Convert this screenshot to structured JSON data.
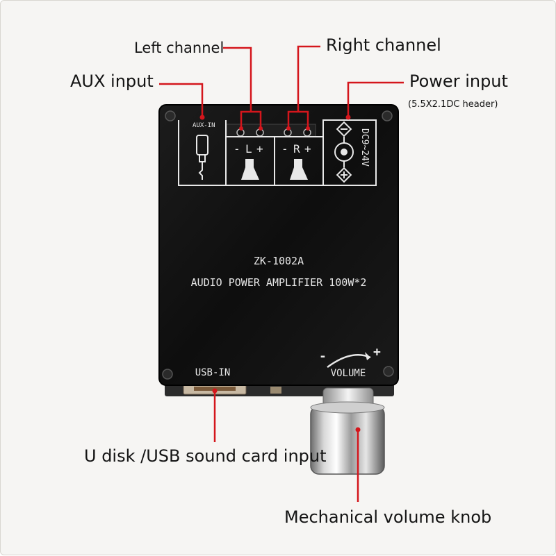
{
  "callouts": {
    "left_channel": "Left channel",
    "right_channel": "Right channel",
    "aux_input": "AUX input",
    "power_input": "Power input",
    "power_input_note": "(5.5X2.1DC header)",
    "usb_input": "U disk /USB sound card input",
    "volume_knob": "Mechanical volume knob"
  },
  "board": {
    "model": "ZK-1002A",
    "description": "AUDIO POWER AMPLIFIER 100W*2",
    "aux_label": "AUX-IN",
    "left_minus": "-",
    "left_plus": "+",
    "left_letter": "L",
    "right_minus": "-",
    "right_plus": "+",
    "right_letter": "R",
    "power_label": "DC9~24V",
    "usb_label": "USB-IN",
    "volume_label": "VOLUME",
    "volume_minus": "-",
    "volume_plus": "+"
  },
  "colors": {
    "callout_line": "#d4161c",
    "board": "#141414",
    "silkscreen": "#e8e8e8",
    "background": "#f6f5f3"
  }
}
